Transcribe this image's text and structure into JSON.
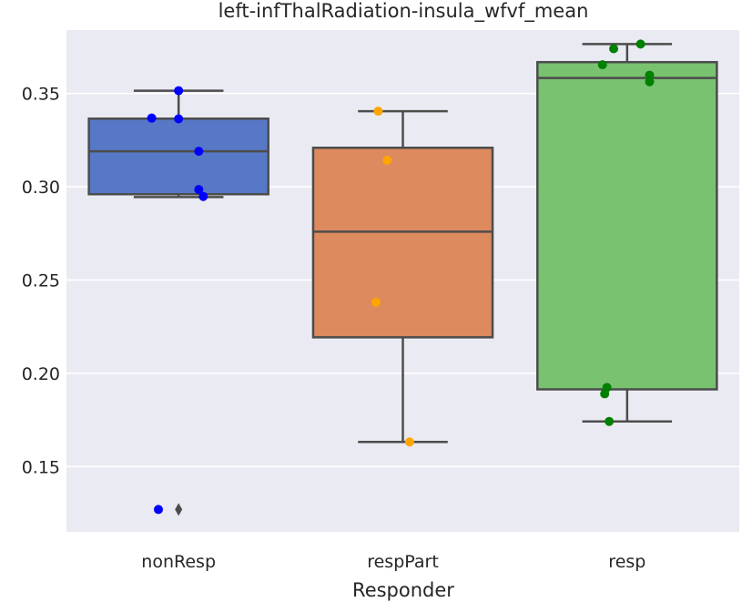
{
  "chart_data": {
    "type": "box",
    "title": "left-infThalRadiation-insula_wfvf_mean",
    "xlabel": "Responder",
    "ylabel": "",
    "ylim": [
      0.115,
      0.384
    ],
    "yticks": [
      0.15,
      0.2,
      0.25,
      0.3,
      0.35
    ],
    "ytick_labels": [
      "0.15",
      "0.20",
      "0.25",
      "0.30",
      "0.35"
    ],
    "categories": [
      "nonResp",
      "respPart",
      "resp"
    ],
    "grid": true,
    "background": "#eaeaf2",
    "boxes": [
      {
        "category": "nonResp",
        "color": "#5778c6",
        "point_color": "#0000ff",
        "whisker_low": 0.2945,
        "q1": 0.296,
        "median": 0.319,
        "q3": 0.3365,
        "whisker_high": 0.3515,
        "outliers": [
          0.127
        ],
        "points": [
          {
            "jitter": 0.0,
            "y": 0.3515
          },
          {
            "jitter": -0.12,
            "y": 0.3368
          },
          {
            "jitter": 0.0,
            "y": 0.3364
          },
          {
            "jitter": 0.09,
            "y": 0.319
          },
          {
            "jitter": 0.09,
            "y": 0.2985
          },
          {
            "jitter": 0.11,
            "y": 0.2948
          },
          {
            "jitter": -0.09,
            "y": 0.127
          }
        ]
      },
      {
        "category": "respPart",
        "color": "#dc8a5e",
        "point_color": "#ffa500",
        "whisker_low": 0.1632,
        "q1": 0.2193,
        "median": 0.2759,
        "q3": 0.3209,
        "whisker_high": 0.3405,
        "outliers": [],
        "points": [
          {
            "jitter": -0.11,
            "y": 0.3405
          },
          {
            "jitter": -0.07,
            "y": 0.3142
          },
          {
            "jitter": -0.12,
            "y": 0.2381
          },
          {
            "jitter": 0.03,
            "y": 0.1632
          }
        ]
      },
      {
        "category": "resp",
        "color": "#78c270",
        "point_color": "#008000",
        "whisker_low": 0.1742,
        "q1": 0.1914,
        "median": 0.3583,
        "q3": 0.3668,
        "whisker_high": 0.3765,
        "outliers": [],
        "points": [
          {
            "jitter": 0.06,
            "y": 0.3765
          },
          {
            "jitter": -0.06,
            "y": 0.374
          },
          {
            "jitter": -0.11,
            "y": 0.3654
          },
          {
            "jitter": 0.1,
            "y": 0.3598
          },
          {
            "jitter": 0.1,
            "y": 0.3563
          },
          {
            "jitter": -0.09,
            "y": 0.1924
          },
          {
            "jitter": -0.1,
            "y": 0.189
          },
          {
            "jitter": -0.08,
            "y": 0.1742
          }
        ]
      }
    ]
  }
}
